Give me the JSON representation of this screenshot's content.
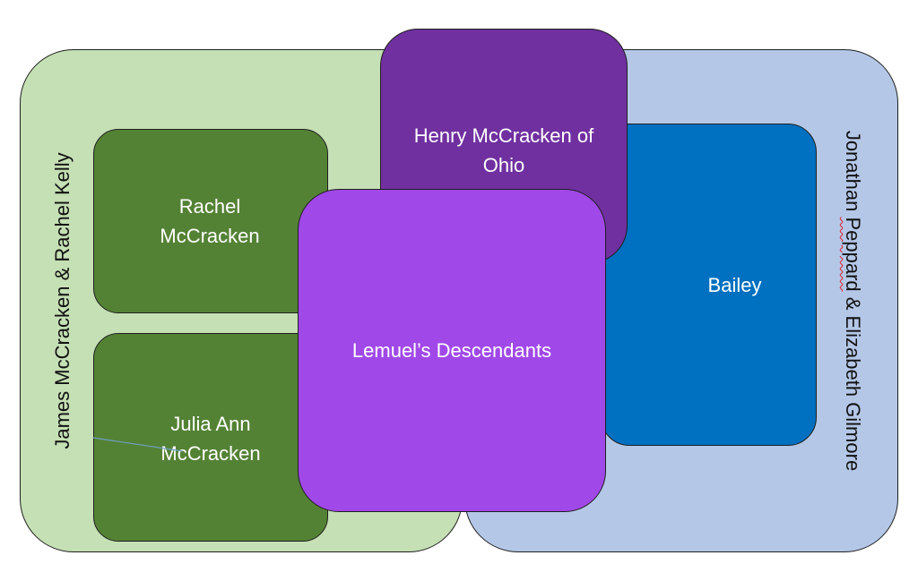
{
  "diagram": {
    "groups": {
      "left": {
        "label": "James McCracken & Rachel Kelly",
        "color": "#c5e0b4"
      },
      "right": {
        "label_before": "Jonathan ",
        "label_squiggle": "Peppard",
        "label_after": " & Elizabeth Gilmore",
        "color": "#b4c7e7"
      }
    },
    "boxes": {
      "rachel": {
        "label": "Rachel\nMcCracken",
        "color": "#548235"
      },
      "julia": {
        "label": "Julia Ann\nMcCracken",
        "color": "#548235"
      },
      "henry": {
        "label": "Henry McCracken of\nOhio",
        "color": "#7030a0"
      },
      "bailey": {
        "label": "Bailey",
        "color": "#0070c0"
      },
      "lemuel": {
        "label": "Lemuel’s Descendants",
        "color": "#a048e8"
      }
    }
  }
}
